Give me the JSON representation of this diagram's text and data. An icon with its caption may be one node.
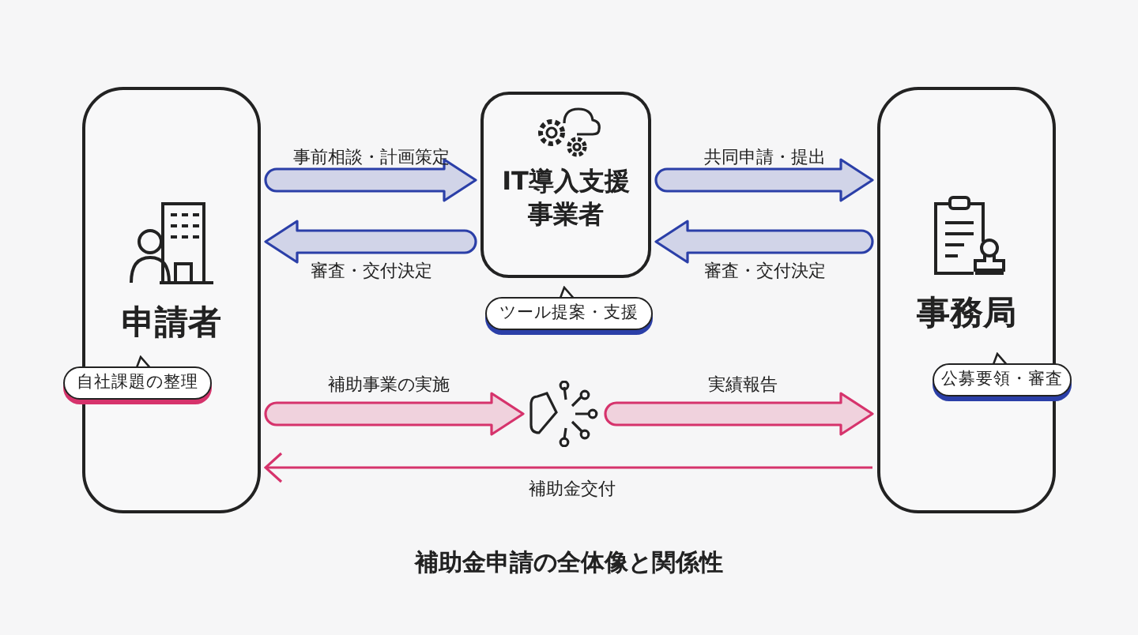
{
  "diagram": {
    "caption": "補助金申請の全体像と関係性",
    "nodes": [
      {
        "text": [
          "申請者"
        ]
      },
      {
        "text": [
          "自社課題の整理"
        ]
      },
      {
        "text": [
          "IT導入支援事業者"
        ]
      },
      {
        "text": [
          "ツール提案・支援"
        ]
      },
      {
        "text": [
          "事務局"
        ]
      },
      {
        "text": [
          "公募要領・審査"
        ]
      },
      {
        "text": [],
        "shape": "icon"
      }
    ],
    "edges": [
      {
        "from": 0,
        "to": 2,
        "arrow": "to",
        "label": "事前相談・計画策定",
        "style": "thick"
      },
      {
        "from": 2,
        "to": 0,
        "arrow": "to",
        "label": "審査・交付決定",
        "style": "thick"
      },
      {
        "from": 2,
        "to": 4,
        "arrow": "to",
        "label": "共同申請・提出",
        "style": "thick"
      },
      {
        "from": 4,
        "to": 2,
        "arrow": "to",
        "label": "審査・交付決定",
        "style": "thick"
      },
      {
        "from": 0,
        "to": 6,
        "arrow": "to",
        "label": "補助事業の実施",
        "style": "thick",
        "color": "#d6336c"
      },
      {
        "from": 6,
        "to": 4,
        "arrow": "to",
        "label": "実績報告",
        "style": "thick",
        "color": "#d6336c"
      },
      {
        "from": 4,
        "to": 0,
        "arrow": "to",
        "label": "補助金交付",
        "color": "#d6336c"
      }
    ]
  }
}
